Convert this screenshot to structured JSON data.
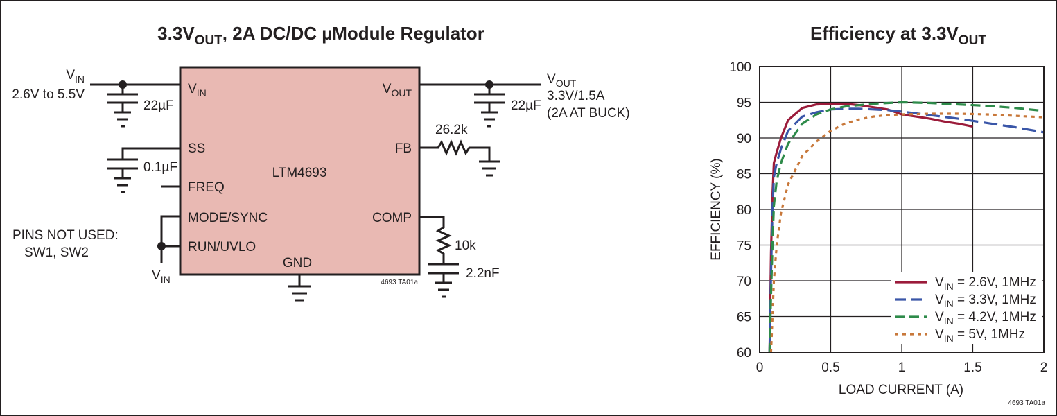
{
  "schematic": {
    "title_main": "3.3V",
    "title_sub": "OUT",
    "title_rest": ", 2A DC/DC µModule Regulator",
    "chip_name": "LTM4693",
    "chip_color": "#e9b9b3",
    "pins": {
      "vin": "V",
      "vin_sub": "IN",
      "ss": "SS",
      "freq": "FREQ",
      "mode_sync": "MODE/SYNC",
      "run_uvlo": "RUN/UVLO",
      "gnd": "GND",
      "vout": "V",
      "vout_sub": "OUT",
      "fb": "FB",
      "comp": "COMP"
    },
    "input_label": "V",
    "input_label_sub": "IN",
    "input_range": "2.6V to 5.5V",
    "cin": "22µF",
    "css": "0.1µF",
    "output_label": "V",
    "output_label_sub": "OUT",
    "output_spec_1": "3.3V/1.5A",
    "output_spec_2": "(2A AT BUCK)",
    "cout": "22µF",
    "rfb": "26.2k",
    "rcomp": "10k",
    "ccomp": "2.2nF",
    "unused_1": "PINS NOT USED:",
    "unused_2": "SW1, SW2",
    "run_vin": "V",
    "run_vin_sub": "IN",
    "code": "4693 TA01a"
  },
  "chart_data": {
    "type": "line",
    "title": "Efficiency at 3.3V",
    "title_sub": "OUT",
    "xlabel": "LOAD CURRENT (A)",
    "ylabel": "EFFICIENCY (%)",
    "xlim": [
      0,
      2
    ],
    "ylim": [
      60,
      100
    ],
    "xticks": [
      0,
      0.5,
      1,
      1.5,
      2
    ],
    "xtick_labels": [
      "0",
      "0.5",
      "1",
      "1.5",
      "2"
    ],
    "yticks": [
      60,
      65,
      70,
      75,
      80,
      85,
      90,
      95,
      100
    ],
    "grid": true,
    "legend_position": "bottom-right",
    "code": "4693 TA01a",
    "series": [
      {
        "name": "V",
        "name_sub": "IN",
        "name_rest": " = 2.6V, 1MHz",
        "color": "#9b1b3a",
        "dash": "",
        "x": [
          0.07,
          0.08,
          0.09,
          0.1,
          0.12,
          0.15,
          0.2,
          0.3,
          0.4,
          0.5,
          0.6,
          0.7,
          0.8,
          0.9,
          1.0,
          1.1,
          1.2,
          1.3,
          1.4,
          1.5
        ],
        "y": [
          60,
          74,
          82,
          86.5,
          88,
          90,
          92.5,
          94.2,
          94.7,
          94.8,
          94.8,
          94.6,
          94.3,
          94.0,
          93.3,
          93.0,
          92.7,
          92.3,
          92.0,
          91.6
        ]
      },
      {
        "name": "V",
        "name_sub": "IN",
        "name_rest": " = 3.3V, 1MHz",
        "color": "#3a56a8",
        "dash": "20,8",
        "x": [
          0.07,
          0.08,
          0.09,
          0.1,
          0.12,
          0.15,
          0.2,
          0.3,
          0.4,
          0.5,
          0.6,
          0.7,
          0.8,
          0.9,
          1.0,
          1.2,
          1.4,
          1.6,
          1.8,
          2.0
        ],
        "y": [
          60,
          71,
          80,
          84.5,
          86.5,
          88.5,
          91,
          93,
          93.6,
          94,
          94.1,
          94.1,
          94,
          93.9,
          93.7,
          93.2,
          92.7,
          92.1,
          91.5,
          90.8
        ]
      },
      {
        "name": "V",
        "name_sub": "IN",
        "name_rest": " = 4.2V, 1MHz",
        "color": "#2e8b4a",
        "dash": "14,7",
        "x": [
          0.07,
          0.08,
          0.09,
          0.1,
          0.12,
          0.15,
          0.2,
          0.3,
          0.4,
          0.5,
          0.6,
          0.8,
          1.0,
          1.2,
          1.4,
          1.6,
          1.8,
          2.0
        ],
        "y": [
          60,
          68,
          75,
          80.5,
          84,
          86.5,
          89.2,
          92,
          93.3,
          94,
          94.4,
          94.8,
          95,
          94.9,
          94.7,
          94.5,
          94.2,
          93.8
        ]
      },
      {
        "name": "V",
        "name_sub": "IN",
        "name_rest": " = 5V, 1MHz",
        "color": "#c8783a",
        "dash": "5,6",
        "x": [
          0.08,
          0.09,
          0.1,
          0.12,
          0.15,
          0.2,
          0.25,
          0.3,
          0.4,
          0.5,
          0.6,
          0.7,
          0.8,
          0.9,
          1.0,
          1.2,
          1.4,
          1.6,
          1.8,
          2.0
        ],
        "y": [
          60,
          65,
          70,
          75,
          79.5,
          83.5,
          85.5,
          87.5,
          89.5,
          91,
          92,
          92.6,
          93,
          93.2,
          93.3,
          93.4,
          93.4,
          93.3,
          93.1,
          92.9
        ]
      }
    ]
  }
}
